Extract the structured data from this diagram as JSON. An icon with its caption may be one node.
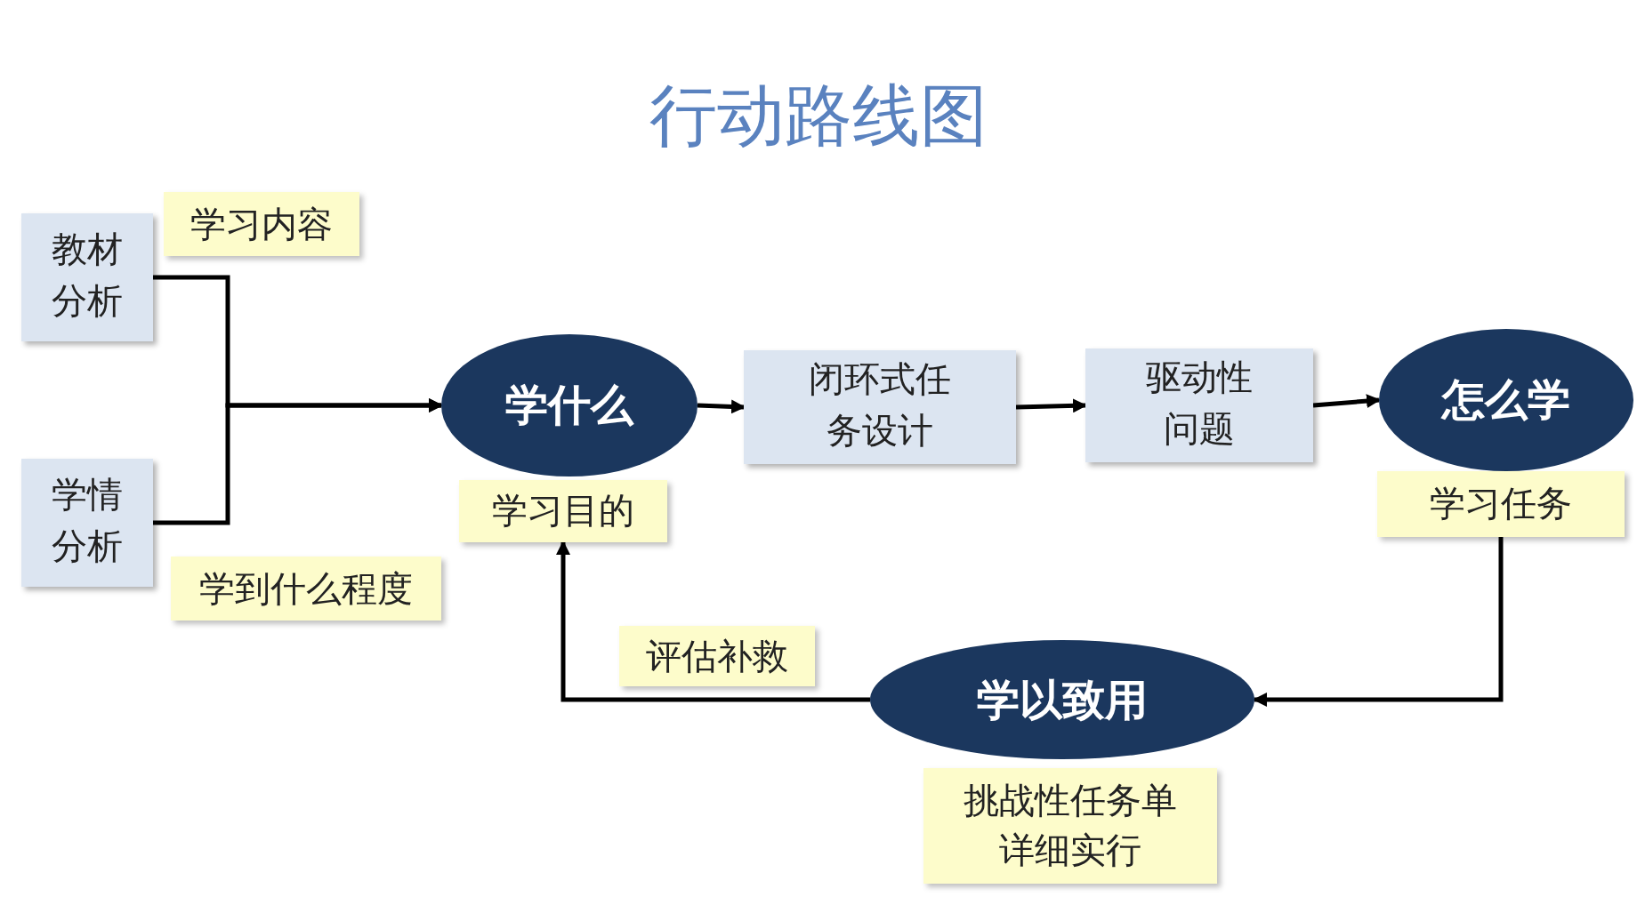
{
  "diagram": {
    "title": "行动路线图",
    "nodes": [
      {
        "text": [
          "教材分析"
        ]
      },
      {
        "text": [
          "学情分析"
        ]
      },
      {
        "text": [
          "学什么"
        ]
      },
      {
        "text": [
          "闭环式任务设计"
        ]
      },
      {
        "text": [
          "驱动性问题"
        ]
      },
      {
        "text": [
          "怎么学"
        ]
      },
      {
        "text": [
          "学以致用"
        ],
        "beside": [
          "挑战性任务单详细实行"
        ]
      },
      {
        "text": [
          "学习目的"
        ]
      },
      {
        "text": [
          "学习任务"
        ]
      },
      {
        "text": [
          "学习内容"
        ]
      },
      {
        "text": [
          "学到什么程度"
        ]
      },
      {
        "text": [
          "评估补救"
        ]
      }
    ],
    "edges": [
      {
        "from": 0,
        "to": 2,
        "arrow": "to"
      },
      {
        "from": 1,
        "to": 2,
        "arrow": "to"
      },
      {
        "from": 2,
        "to": 3,
        "arrow": "to"
      },
      {
        "from": 3,
        "to": 4,
        "arrow": "to"
      },
      {
        "from": 4,
        "to": 5,
        "arrow": "to"
      },
      {
        "from": 8,
        "to": 6,
        "arrow": "to"
      },
      {
        "from": 6,
        "to": 7,
        "arrow": "to"
      }
    ]
  }
}
